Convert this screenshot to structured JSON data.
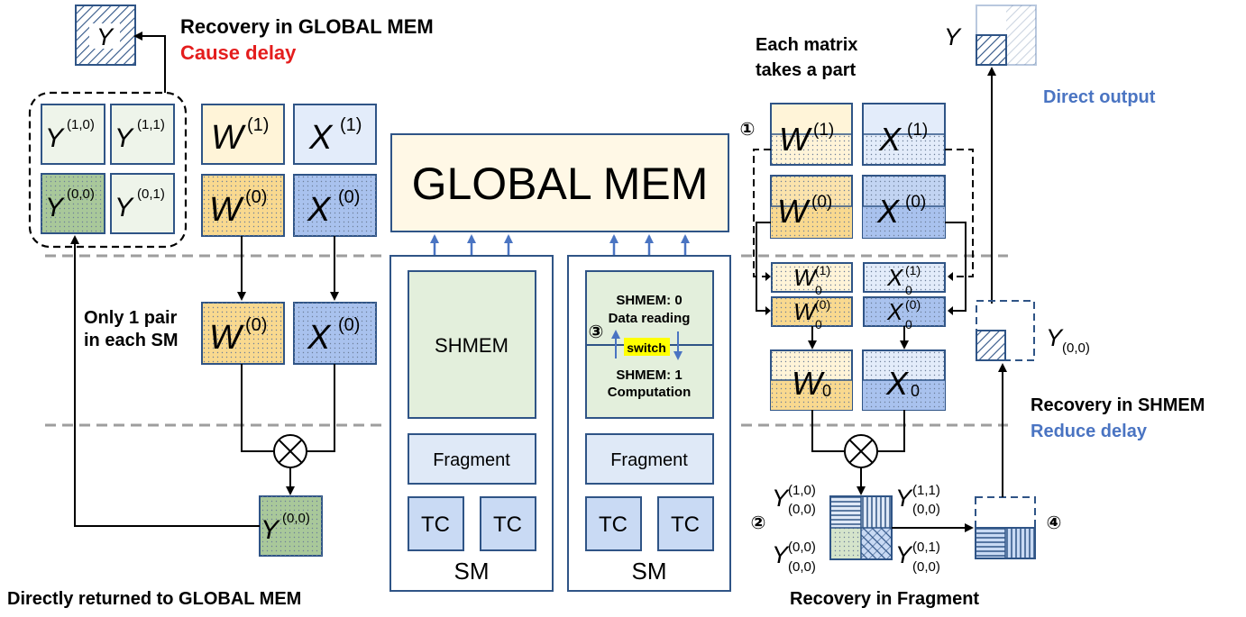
{
  "colors": {
    "border": "#2f5486",
    "arrow_blue": "#4a74c2",
    "global_fill": "#fff8e6",
    "shmem_fill": "#e3efdc",
    "fragment_fill": "#dfe9f7",
    "tc_fill": "#c9daf4",
    "w_fill": "#f9d98f",
    "x_fill": "#a9c2ee",
    "y_fill": "#a9c89a",
    "switch_bg": "#ffff00"
  },
  "left": {
    "top_title": "Recovery in GLOBAL MEM",
    "top_subtitle": "Cause delay",
    "y_letter": "Y",
    "y_10": "(1,0)",
    "y_11": "(1,1)",
    "y_00": "(0,0)",
    "y_01": "(0,1)",
    "w_letter": "W",
    "x_letter": "X",
    "sup_1": "(1)",
    "sup_0": "(0)",
    "pair_line1": "Only 1 pair",
    "pair_line2": "in each SM",
    "out_sup": "(0,0)",
    "bottom": "Directly returned to GLOBAL MEM"
  },
  "center": {
    "global_mem": "GLOBAL MEM",
    "shmem": "SHMEM",
    "fragment": "Fragment",
    "tc": "TC",
    "sm": "SM",
    "shmem0_line1": "SHMEM: 0",
    "shmem0_line2": "Data reading",
    "switch": "switch",
    "shmem1_line1": "SHMEM: 1",
    "shmem1_line2": "Computation",
    "circle3": "③"
  },
  "right": {
    "each_line1": "Each matrix",
    "each_line2": "takes a part",
    "y_letter": "Y",
    "direct_output": "Direct output",
    "circle1": "①",
    "circle2": "②",
    "circle4": "④",
    "w_letter": "W",
    "x_letter": "X",
    "sup_1": "(1)",
    "sup_0": "(0)",
    "sub_0": "0",
    "y00_sub": "(0,0)",
    "rec_shmem": "Recovery in SHMEM",
    "reduce_delay": "Reduce delay",
    "rec_fragment": "Recovery in Fragment",
    "sup_10": "(1,0)",
    "sup_11": "(1,1)",
    "sup_00": "(0,0)",
    "sup_01": "(0,1)"
  }
}
